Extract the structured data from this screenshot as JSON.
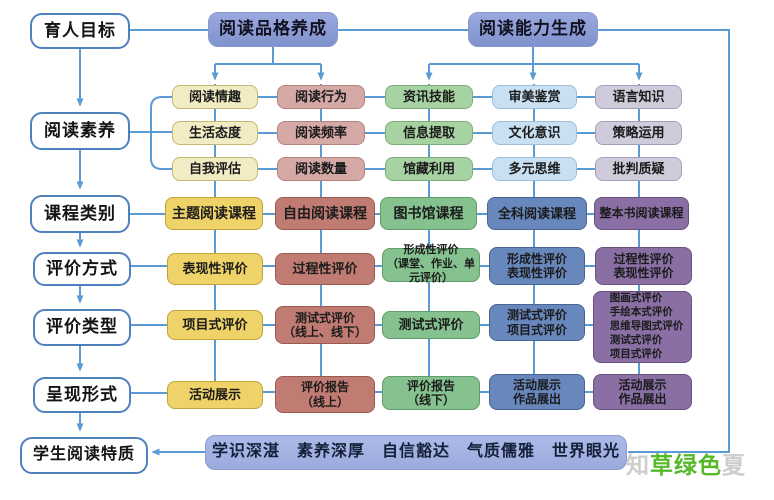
{
  "left_column": [
    "育人目标",
    "阅读素养",
    "课程类别",
    "评价方式",
    "评价类型",
    "呈现形式",
    "学生阅读特质"
  ],
  "top_nodes": [
    "阅读品格养成",
    "阅读能力生成"
  ],
  "grid": {
    "rows": [
      {
        "cells": [
          "阅读情趣",
          "阅读行为",
          "资讯技能",
          "审美鉴赏",
          "语言知识"
        ]
      },
      {
        "cells": [
          "生活态度",
          "阅读频率",
          "信息提取",
          "文化意识",
          "策略运用"
        ]
      },
      {
        "cells": [
          "自我评估",
          "阅读数量",
          "馆藏利用",
          "多元思维",
          "批判质疑"
        ]
      },
      {
        "cells": [
          "主题阅读课程",
          "自由阅读课程",
          "图书馆课程",
          "全科阅读课程",
          "整本书阅读课程"
        ]
      },
      {
        "cells": [
          "表现性评价",
          "过程性评价",
          "形成性评价\n（课堂、作业、单元评价）",
          "形成性评价\n表现性评价",
          "过程性评价\n表现性评价"
        ]
      },
      {
        "cells": [
          "项目式评价",
          "测试式评价\n（线上、线下）",
          "测试式评价",
          "测试式评价\n项目式评价",
          "图画式评价\n手绘本式评价\n思维导图式评价\n测试式评价\n项目式评价"
        ]
      },
      {
        "cells": [
          "活动展示",
          "评价报告\n（线上）",
          "评价报告\n（线下）",
          "活动展示\n作品展出",
          "活动展示\n作品展出"
        ]
      }
    ]
  },
  "banner": "学识深湛　素养深厚　自信豁达　气质儒雅　世界眼光",
  "watermark": {
    "left": "知",
    "green": "草绿色",
    "right": "夏"
  },
  "colors": {
    "line": "#5B9BD5",
    "accent_border": "#4F81BD"
  }
}
